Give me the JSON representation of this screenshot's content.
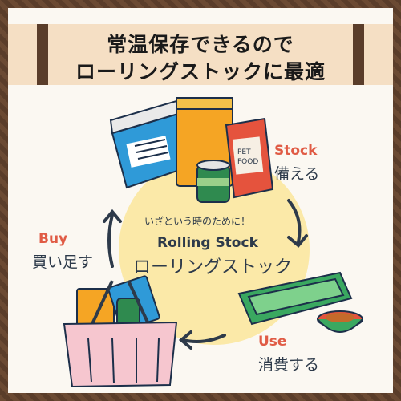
{
  "title": {
    "line1": "常温保存できるので",
    "line2": "ローリングストックに最適"
  },
  "center": {
    "tagline": "いざという時のために！",
    "title_en": "Rolling Stock",
    "title_jp": "ローリングストック"
  },
  "steps": [
    {
      "en": "Stock",
      "jp": "備える"
    },
    {
      "en": "Use",
      "jp": "消費する"
    },
    {
      "en": "Buy",
      "jp": "買い足す"
    }
  ],
  "pet_food_text": [
    "PET",
    "FOOD"
  ],
  "colors": {
    "frame": "#5a3d2a",
    "band": "#f5dfc4",
    "accent_red": "#e05b45",
    "navy": "#2d3a4a",
    "circle": "#fbe9a8"
  },
  "icons": [
    "arrow-icon",
    "pet-sheet-box-icon",
    "pet-food-bag-icon",
    "can-icon",
    "litter-tray-icon",
    "food-bowl-icon",
    "basket-icon"
  ]
}
